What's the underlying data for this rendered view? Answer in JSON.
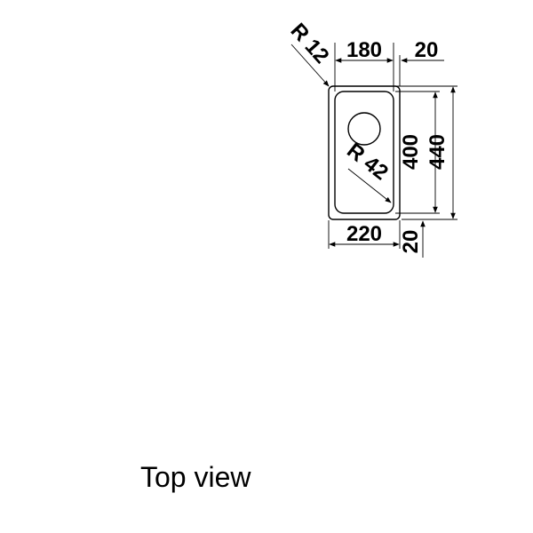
{
  "dimensions": {
    "outer_radius": "R 12",
    "bowl_width": "180",
    "rim_width_top": "20",
    "outer_width": "220",
    "bowl_depth": "400",
    "outer_depth": "440",
    "rim_width_bottom": "20",
    "bowl_radius": "R 42"
  },
  "caption": "Top view",
  "colors": {
    "line": "#000000",
    "background": "#ffffff"
  }
}
